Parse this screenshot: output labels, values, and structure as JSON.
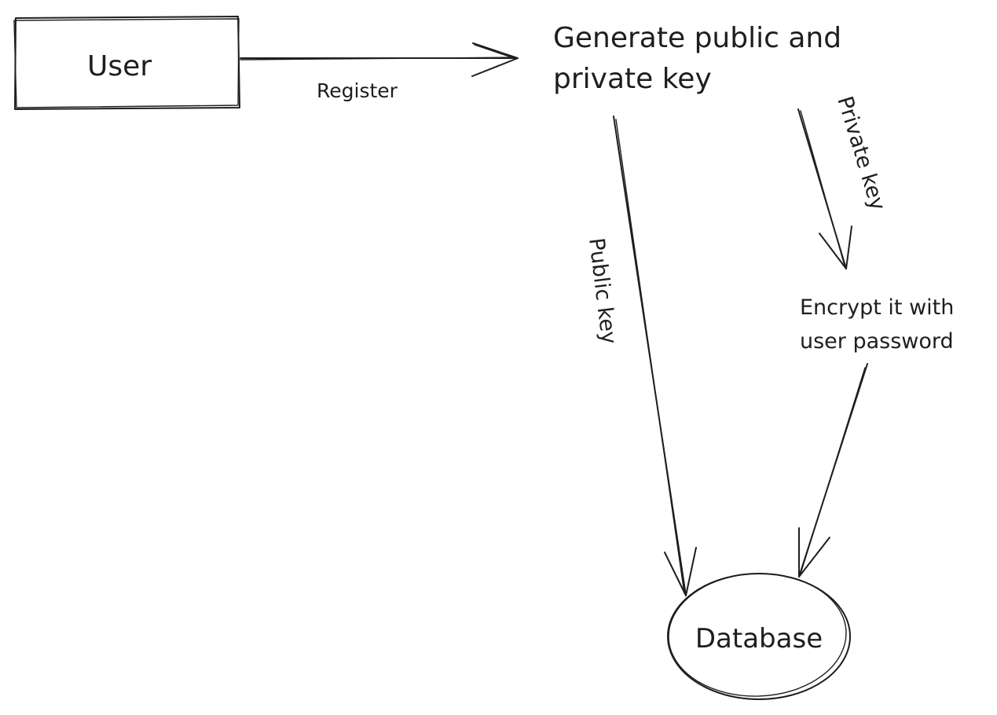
{
  "nodes": {
    "user": {
      "label": "User"
    },
    "keygen": {
      "line1": "Generate public and",
      "line2": "private key"
    },
    "encrypt": {
      "line1": "Encrypt it with",
      "line2": "user password"
    },
    "database": {
      "label": "Database"
    }
  },
  "edges": {
    "register": {
      "label": "Register"
    },
    "public_key": {
      "label": "Public key"
    },
    "private_key": {
      "label": "Private key"
    },
    "encrypted_to_db": {
      "label": ""
    }
  }
}
